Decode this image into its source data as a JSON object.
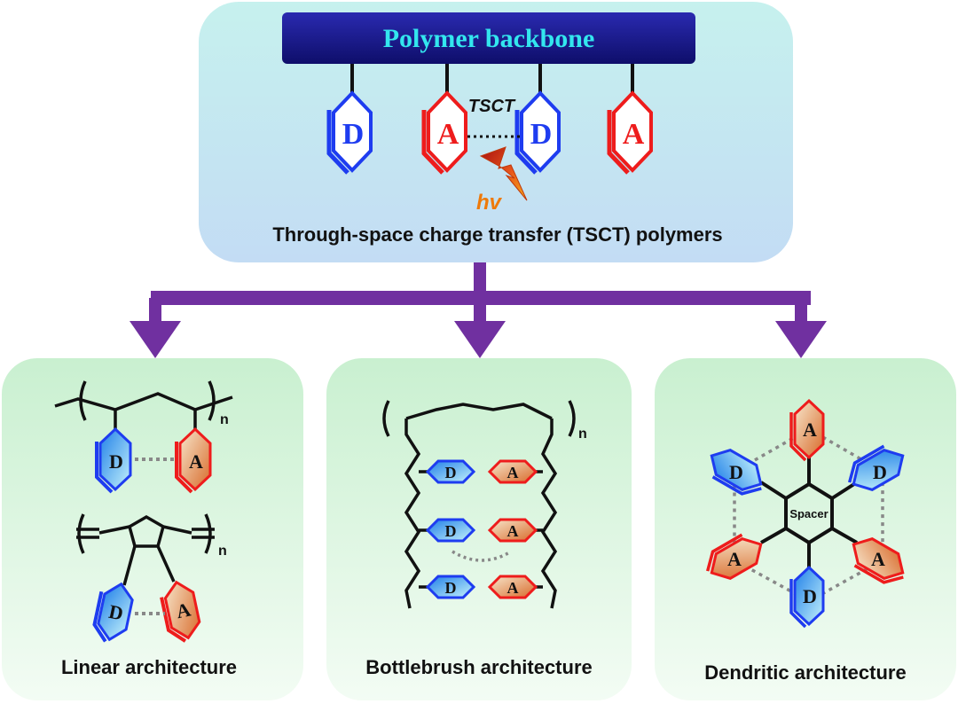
{
  "top_panel": {
    "backbone_label": "Polymer backbone",
    "donor_letter": "D",
    "acceptor_letter": "A",
    "tsct_label": "TSCT",
    "light_label": "hv",
    "caption": "Through-space charge transfer (TSCT) polymers"
  },
  "linear": {
    "caption": "Linear architecture",
    "repeat_index": "n"
  },
  "bottlebrush": {
    "caption": "Bottlebrush architecture",
    "repeat_index": "n"
  },
  "dendritic": {
    "caption": "Dendritic architecture",
    "spacer_label": "Spacer"
  },
  "colors": {
    "donor": "#1e3cf0",
    "acceptor": "#ee1c1c",
    "arrow": "#7030a0",
    "backbone_bar": "#1a1a8c",
    "backbone_text": "#33e6ee",
    "hv": "#ee7a0a"
  }
}
